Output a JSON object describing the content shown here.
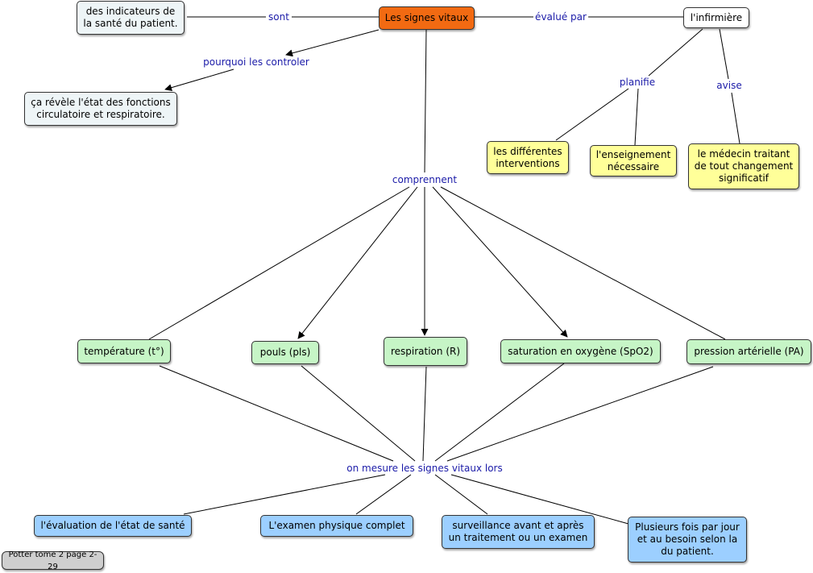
{
  "nodes": {
    "signes": "Les signes vitaux",
    "indicateurs": "des indicateurs de\nla santé du patient.",
    "infirmiere": "l'infirmière",
    "revele": "ça révèle l'état des fonctions\ncirculatoire et respiratoire.",
    "interventions": "les différentes\ninterventions",
    "enseignement": "l'enseignement\nnécessaire",
    "medecin": "le médecin traitant\nde tout changement\nsignificatif",
    "temperature": "température (t°)",
    "pouls": "pouls (pls)",
    "respiration": "respiration (R)",
    "saturation": "saturation en oxygène (SpO2)",
    "pression": "pression artérielle (PA)",
    "evaluation": "l'évaluation de l'état de santé",
    "examen": "L'examen physique complet",
    "surveillance": "surveillance avant et après\nun traitement ou un examen",
    "plusieurs": "Plusieurs fois par jour\net au besoin selon la\ndu patient.",
    "source": "Potter tome 2 page 2-29"
  },
  "links": {
    "sont": "sont",
    "evalue_par": "évalué par",
    "pourquoi": "pourquoi les controler",
    "planifie": "planifie",
    "avise": "avise",
    "comprennent": "comprennent",
    "mesure": "on mesure les signes vitaux lors"
  },
  "colors": {
    "main": "#f26a12",
    "yellow": "#ffff99",
    "green": "#c6f5c6",
    "blue": "#9ccfff",
    "link_text": "#1b1ba8"
  }
}
